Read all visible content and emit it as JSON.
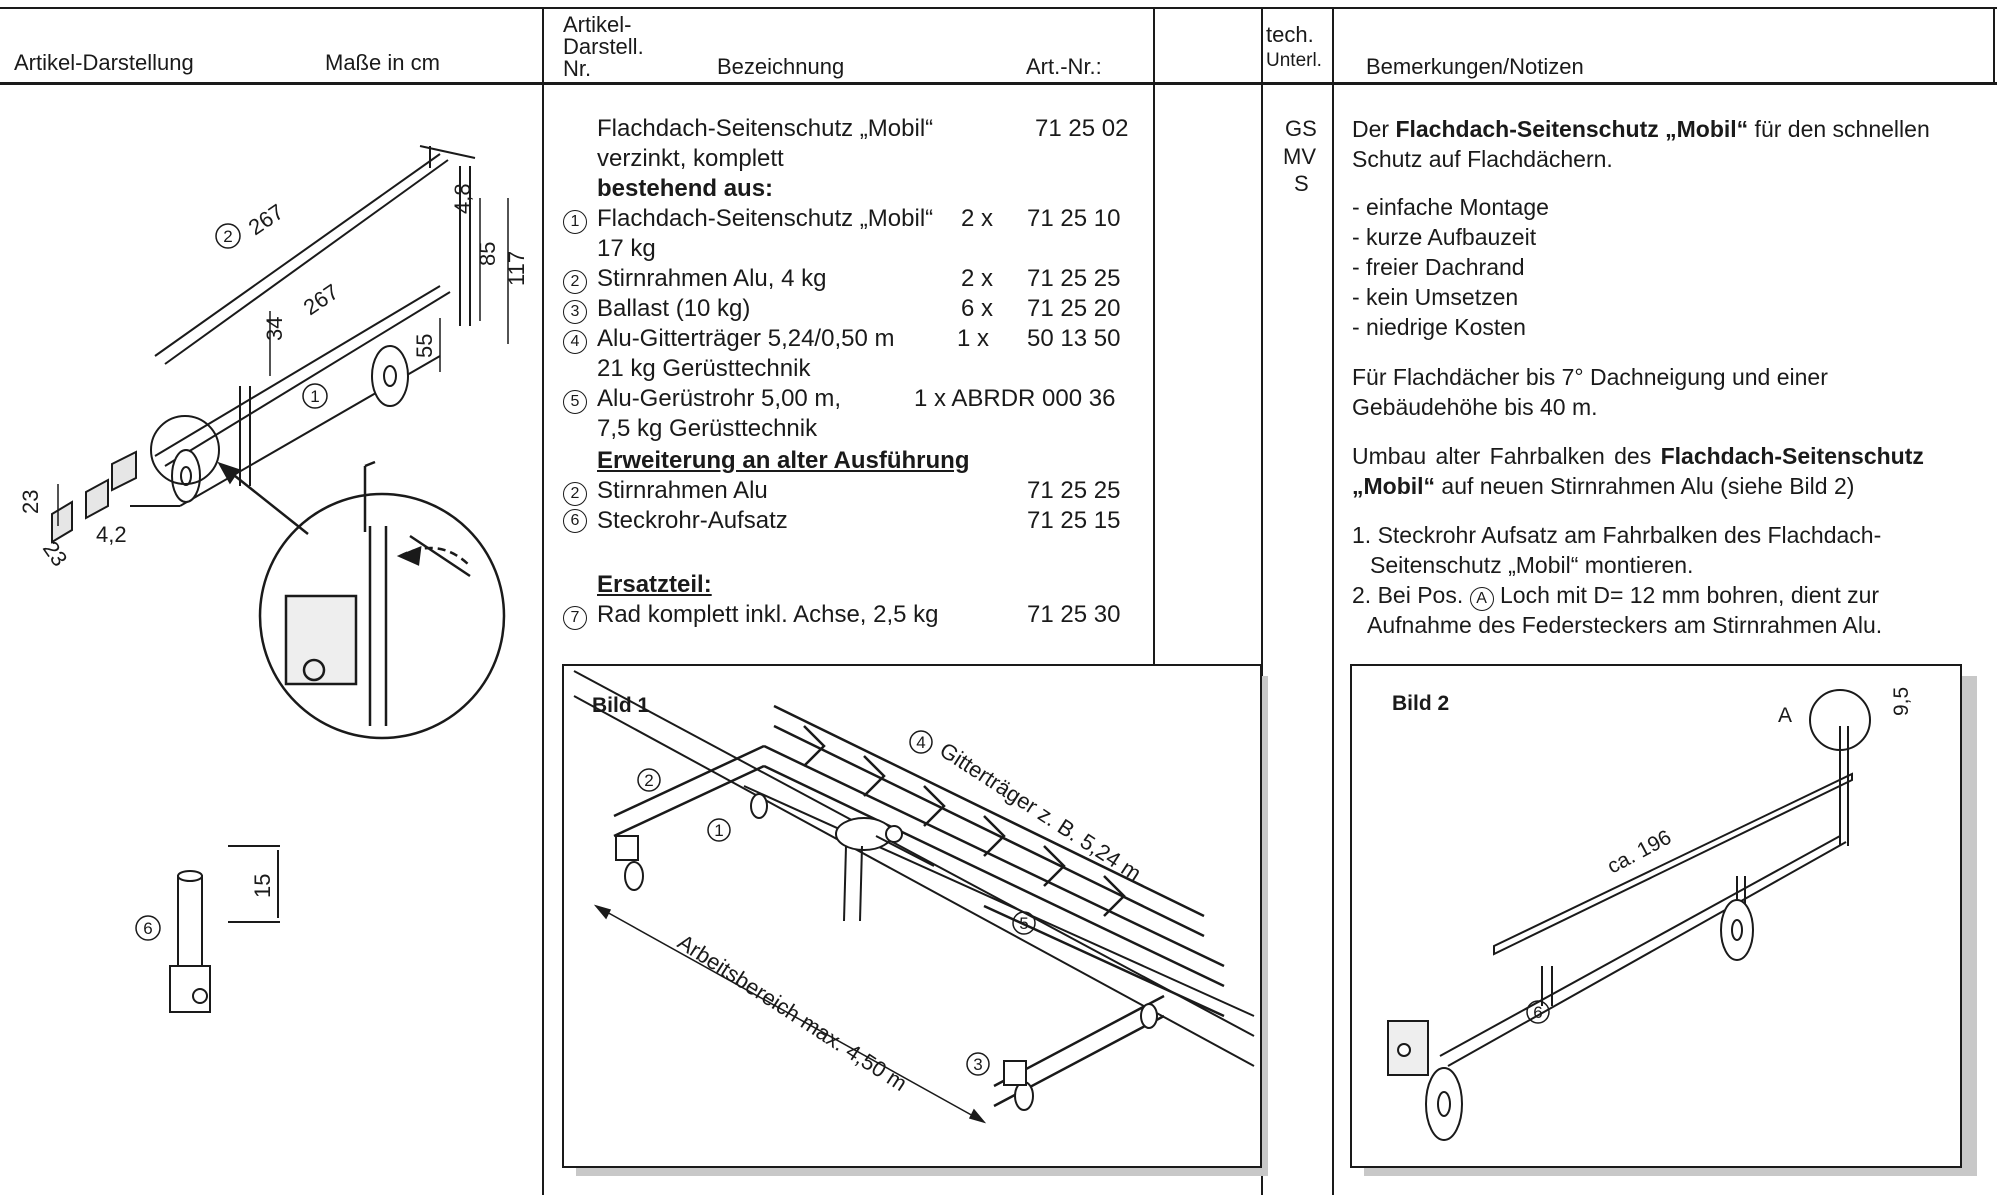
{
  "header": {
    "col_artikel": "Artikel-Darstellung",
    "col_masse": "Maße in cm",
    "col_nr_l1": "Artikel-",
    "col_nr_l2": "Darstell.",
    "col_nr_l3": "Nr.",
    "col_bezeichnung": "Bezeichnung",
    "col_artnr": "Art.-Nr.:",
    "col_tech_l1": "tech.",
    "col_tech_l2": "Unterl.",
    "col_bemerkungen": "Bemerkungen/Notizen"
  },
  "tech": [
    "GS",
    "MV",
    "S"
  ],
  "items": {
    "main_name": "Flachdach-Seitenschutz „Mobil“",
    "main_artnr": "71 25 02",
    "main_sub": "verzinkt, komplett",
    "bestehend": "bestehend aus:",
    "r1_nr": "1",
    "r1_name": "Flachdach-Seitenschutz „Mobil“",
    "r1_qty": "2 x",
    "r1_artnr": "71 25 10",
    "r1_sub": "17 kg",
    "r2_nr": "2",
    "r2_name": "Stirnrahmen Alu, 4 kg",
    "r2_qty": "2 x",
    "r2_artnr": "71 25 25",
    "r3_nr": "3",
    "r3_name": "Ballast (10 kg)",
    "r3_qty": "6 x",
    "r3_artnr": "71 25 20",
    "r4_nr": "4",
    "r4_name": "Alu-Gitterträger 5,24/0,50 m",
    "r4_qty": "1 x",
    "r4_artnr": "50 13 50",
    "r4_sub": "21 kg Gerüsttechnik",
    "r5_nr": "5",
    "r5_name": "Alu-Gerüstrohr 5,00 m,",
    "r5_qtyart": "1 x ABRDR 000 36",
    "r5_sub": "7,5 kg Gerüsttechnik",
    "erweiterung": "Erweiterung an alter Ausführung",
    "e2_nr": "2",
    "e2_name": "Stirnrahmen Alu",
    "e2_artnr": "71 25 25",
    "e6_nr": "6",
    "e6_name": "Steckrohr-Aufsatz",
    "e6_artnr": "71 25 15",
    "ersatzteil": "Ersatzteil:",
    "s7_nr": "7",
    "s7_name": "Rad komplett inkl. Achse, 2,5 kg",
    "s7_artnr": "71 25 30"
  },
  "notes": {
    "p1_a": "Der ",
    "p1_b": "Flachdach-Seitenschutz „Mobil“",
    "p1_c": " für den schnellen",
    "p1_l2": "Schutz auf Flachdächern.",
    "bullets": [
      "- einfache Montage",
      "- kurze Aufbauzeit",
      "- freier Dachrand",
      "- kein Umsetzen",
      "- niedrige Kosten"
    ],
    "p2_l1": "Für Flachdächer bis 7° Dachneigung und einer",
    "p2_l2": "Gebäudehöhe bis 40 m.",
    "p3_a": "Umbau alter Fahrbalken des ",
    "p3_b": "Flachdach-Seitenschutz",
    "p3_c": "„Mobil“",
    "p3_d": " auf neuen Stirnrahmen Alu (siehe Bild 2)",
    "n1_l1": "1. Steckrohr Aufsatz am Fahrbalken des Flachdach-",
    "n1_l2": "Seitenschutz „Mobil“ montieren.",
    "n2_a": "2. Bei Pos. ",
    "n2_circ": "A",
    "n2_b": " Loch mit D= 12 mm bohren, dient zur",
    "n2_l2": "Aufnahme des Federsteckers am Stirnrahmen Alu."
  },
  "drawing": {
    "dim_267a": "267",
    "dim_267b": "267",
    "dim_48": "4,8",
    "dim_85": "85",
    "dim_117": "117",
    "dim_34": "34",
    "dim_55": "55",
    "dim_23a": "23",
    "dim_23b": "23",
    "dim_42": "4,2",
    "dim_15": "15",
    "c1": "1",
    "c2": "2",
    "c6": "6"
  },
  "bild1": {
    "title": "Bild 1",
    "gitter": "Gitterträger z. B. 5,24 m",
    "arbeit": "Arbeitsbereich max. 4,50 m",
    "c1": "1",
    "c2": "2",
    "c3": "3",
    "c4": "4",
    "c5": "5"
  },
  "bild2": {
    "title": "Bild 2",
    "a_label": "A",
    "dim_95": "9,5",
    "ca": "ca. 196",
    "c6": "6"
  }
}
